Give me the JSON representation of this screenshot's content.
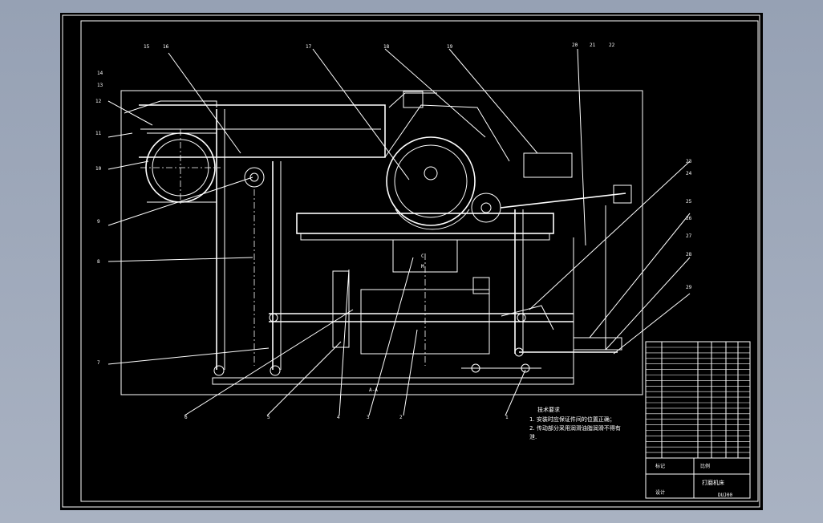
{
  "drawing": {
    "callouts": [
      "1",
      "2",
      "3",
      "4",
      "5",
      "6",
      "7",
      "8",
      "9",
      "10",
      "11",
      "12",
      "13",
      "14",
      "15",
      "16",
      "17",
      "18",
      "19",
      "20",
      "21",
      "22",
      "23",
      "24",
      "25",
      "26",
      "27",
      "28",
      "29"
    ],
    "section_label": "A-A",
    "center_marks": [
      "C",
      "M"
    ]
  },
  "notes": {
    "title": "技术要求",
    "line1": "1. 安装时应保证件间的位置正确；",
    "line2": "2. 传动部分采用润滑油脂润滑不得有",
    "line3": "泄."
  },
  "title_block": {
    "name": "打磨机床",
    "code": "DUJ00",
    "label_a": "标记",
    "label_b": "设计",
    "label_c": "比例"
  }
}
